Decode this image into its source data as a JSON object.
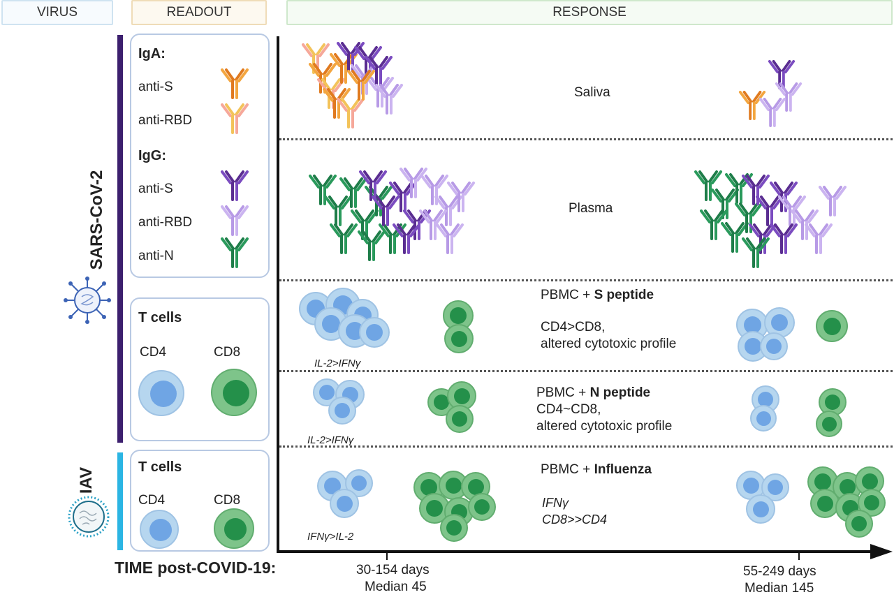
{
  "headers": {
    "virus": "VIRUS",
    "readout": "READOUT",
    "response": "RESPONSE"
  },
  "virus_labels": {
    "sars": "SARS-CoV-2",
    "iav": "IAV"
  },
  "readout": {
    "iga": {
      "title": "IgA:",
      "items": [
        "anti-S",
        "anti-RBD"
      ]
    },
    "igg": {
      "title": "IgG:",
      "items": [
        "anti-S",
        "anti-RBD",
        "anti-N"
      ]
    },
    "tcells_sars": {
      "title": "T cells",
      "cd4": "CD4",
      "cd8": "CD8"
    },
    "tcells_iav": {
      "title": "T cells",
      "cd4": "CD4",
      "cd8": "CD8"
    }
  },
  "response": {
    "saliva": "Saliva",
    "plasma": "Plasma",
    "s_peptide": {
      "prefix": "PBMC + ",
      "bold": "S peptide",
      "line1": "CD4>CD8,",
      "line2": "altered cytotoxic profile",
      "cytokine": "IL-2>IFNγ"
    },
    "n_peptide": {
      "prefix": "PBMC + ",
      "bold": "N peptide",
      "line1": "CD4~CD8,",
      "line2": "altered cytotoxic profile",
      "cytokine": "IL-2>IFNγ"
    },
    "influenza": {
      "prefix": "PBMC + ",
      "bold": "Influenza",
      "line1": "IFNγ",
      "line2": "CD8>>CD4",
      "cytokine": "IFNγ>IL-2"
    }
  },
  "timeline": {
    "label": "TIME post-COVID-19:",
    "t1_range": "30-154 days",
    "t1_median": "Median 45",
    "t2_range": "55-249 days",
    "t2_median": "Median 145"
  },
  "colors": {
    "sars_bar": "#3c1f6e",
    "iav_bar": "#2bb5e3",
    "iga_s": "#e07a1f",
    "iga_rbd": "#f3c35a",
    "igg_s": "#5a2d91",
    "igg_rbd": "#b79ae6",
    "igg_n": "#1e7d49",
    "cd4": "#b6d6ef",
    "cd8": "#7ec48a"
  }
}
